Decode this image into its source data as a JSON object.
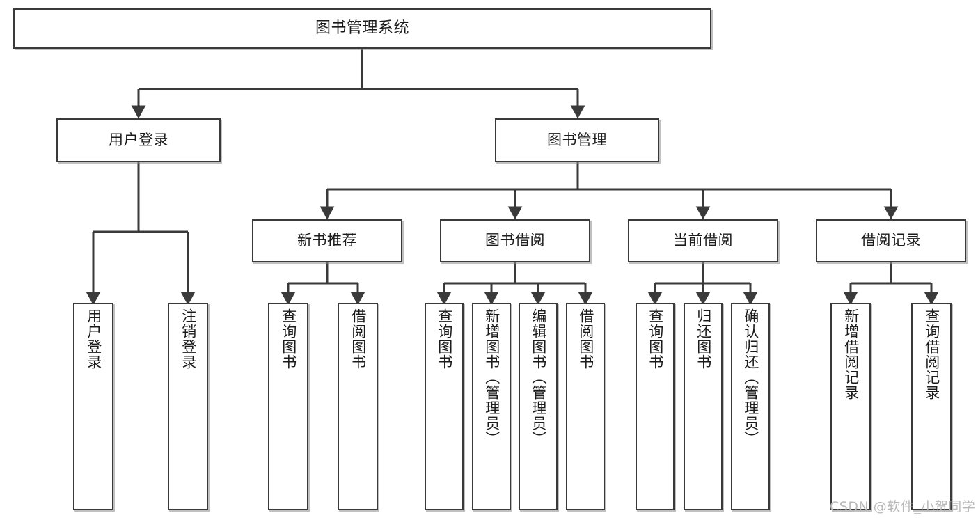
{
  "diagram": {
    "title": "图书管理系统",
    "type": "tree-hierarchy-chart",
    "colors": {
      "box_border": "#3a3a3a",
      "box_fill": "#ffffff",
      "line": "#3a3a3a",
      "text": "#1b1b1b",
      "watermark": "#b9b9b9"
    },
    "root": {
      "label": "图书管理系统"
    },
    "level2": [
      {
        "label": "用户登录"
      },
      {
        "label": "图书管理"
      }
    ],
    "level3": [
      {
        "label": "新书推荐"
      },
      {
        "label": "图书借阅"
      },
      {
        "label": "当前借阅"
      },
      {
        "label": "借阅记录"
      }
    ],
    "leaves": {
      "user_login": [
        {
          "label": "用户登录"
        },
        {
          "label": "注销登录"
        }
      ],
      "new_book_recommend": [
        {
          "label": "查询图书"
        },
        {
          "label": "借阅图书"
        }
      ],
      "book_borrow": [
        {
          "label": "查询图书"
        },
        {
          "label": "新增图书（管理员）"
        },
        {
          "label": "编辑图书（管理员）"
        },
        {
          "label": "借阅图书"
        }
      ],
      "current_borrow": [
        {
          "label": "查询图书"
        },
        {
          "label": "归还图书"
        },
        {
          "label": "确认归还（管理员）"
        }
      ],
      "borrow_records": [
        {
          "label": "新增借阅记录"
        },
        {
          "label": "查询借阅记录"
        }
      ]
    }
  },
  "watermark": {
    "text": "CSDN @软件_小贺同学"
  }
}
